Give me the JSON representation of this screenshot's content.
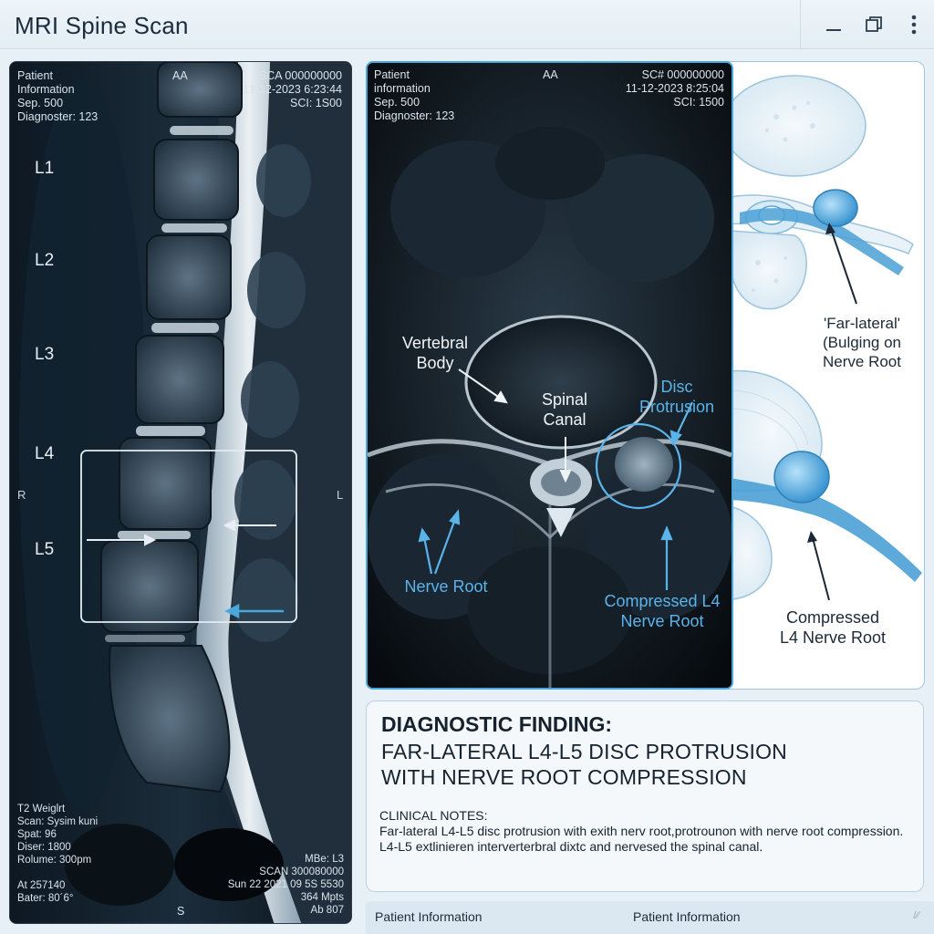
{
  "window": {
    "title": "MRI Spine Scan"
  },
  "sagittal": {
    "header_left": "Patient\nInformation\nSep. 500\nDiagnoster: 123",
    "header_center": "AA",
    "header_right": "SCA 000000000\n11-12-2023 6:23:44\nSCI: 1S00",
    "levels": [
      "L1",
      "L2",
      "L3",
      "L4",
      "L5"
    ],
    "side_right": "R",
    "side_left": "L",
    "footer_left": "T2 Weiglrt\nScan: Sysim kuni\nSpat: 96\nDiser: 1800\nRolume: 300pm\n\nAt 257140\nBater: 80´6°",
    "footer_right": "MBe: L3\nSCAN 300080000\nSun 22 2021 09 5S 5530\n364 Mpts\nAb 807",
    "footer_center": "S"
  },
  "axial": {
    "header_left": "Patient\ninformation\nSep. 500\nDiagnoster: 123",
    "header_center": "AA",
    "header_right": "SC# 000000000\n11-12-2023 8:25:04\nSCI: 1500",
    "labels": {
      "vertebral_body": "Vertebral\nBody",
      "spinal_canal": "Spinal\nCanal",
      "disc_protrusion": "Disc\nProtrusion",
      "nerve_root": "Nerve Root",
      "compressed": "Compressed L4\nNerve Root"
    }
  },
  "illustration": {
    "caption_top": "'Far-lateral'\n(Bulging on\nNerve Root",
    "caption_bottom": "Compressed\nL4 Nerve Root"
  },
  "findings": {
    "heading": "DIAGNOSTIC FINDING:",
    "line1": "FAR-LATERAL L4-L5 DISC PROTRUSION",
    "line2": "WITH NERVE ROOT COMPRESSION",
    "notes_title": "CLINICAL NOTES:",
    "notes_text": "Far-lateral L4-L5 disc protrusion with exith nerv root,protrounon with nerve root compression. L4-L5 extlinieren interverterbral dixtc and nervesed the spinal canal."
  },
  "footer": {
    "item1": "Patient Information",
    "item2": "Patient Information",
    "end_mark": "/∕⁄"
  },
  "colors": {
    "accent": "#4aa7d9",
    "annotation_blue": "#5ab4ea",
    "background": "#e6f0f6"
  }
}
